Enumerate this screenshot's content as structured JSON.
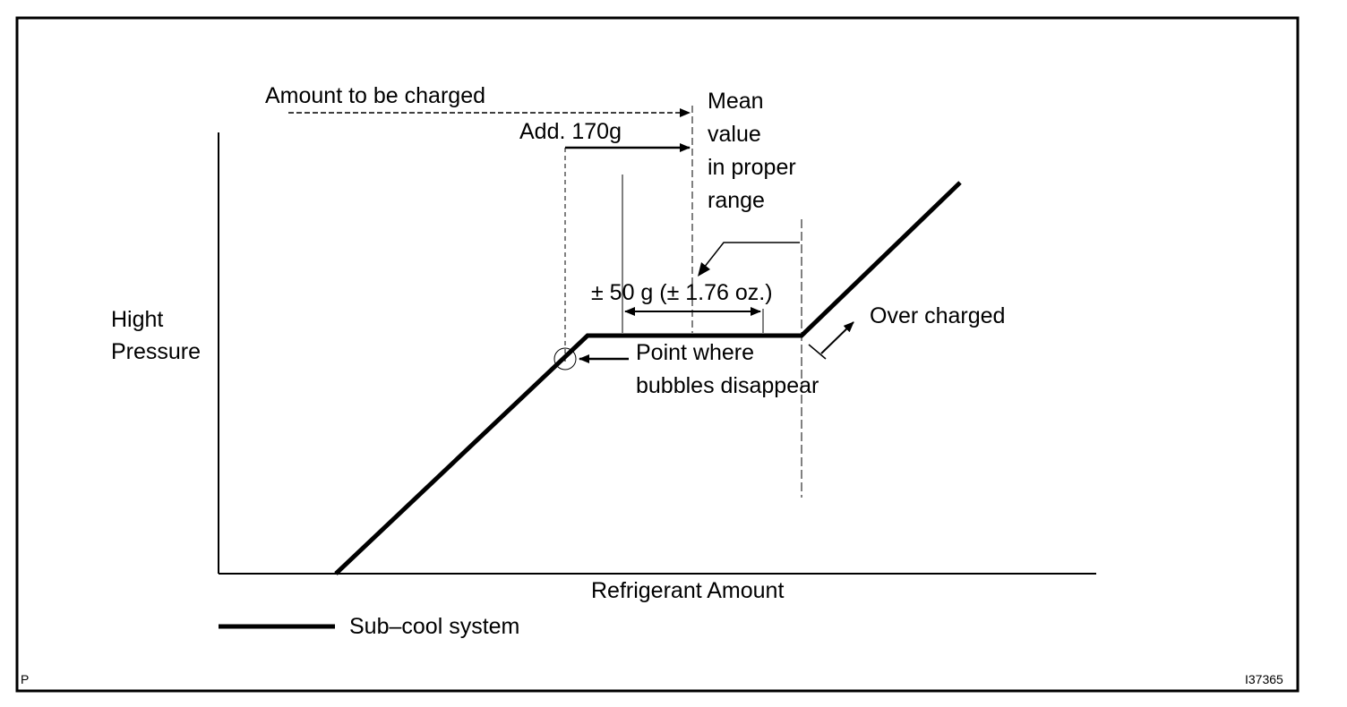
{
  "diagram": {
    "labels": {
      "amount_to_be_charged": "Amount to be charged",
      "add_amount": "Add. 170g",
      "mean_value": [
        "Mean",
        "value",
        "in proper",
        "range"
      ],
      "tolerance": "± 50 g (± 1.76 oz.)",
      "over_charged": "Over charged",
      "point_where": [
        "Point where",
        "bubbles disappear"
      ],
      "y_axis": [
        "Hight",
        "Pressure"
      ],
      "x_axis": "Refrigerant Amount",
      "legend": "Sub–cool system",
      "corner_left": "P",
      "figure_id": "I37365"
    }
  }
}
